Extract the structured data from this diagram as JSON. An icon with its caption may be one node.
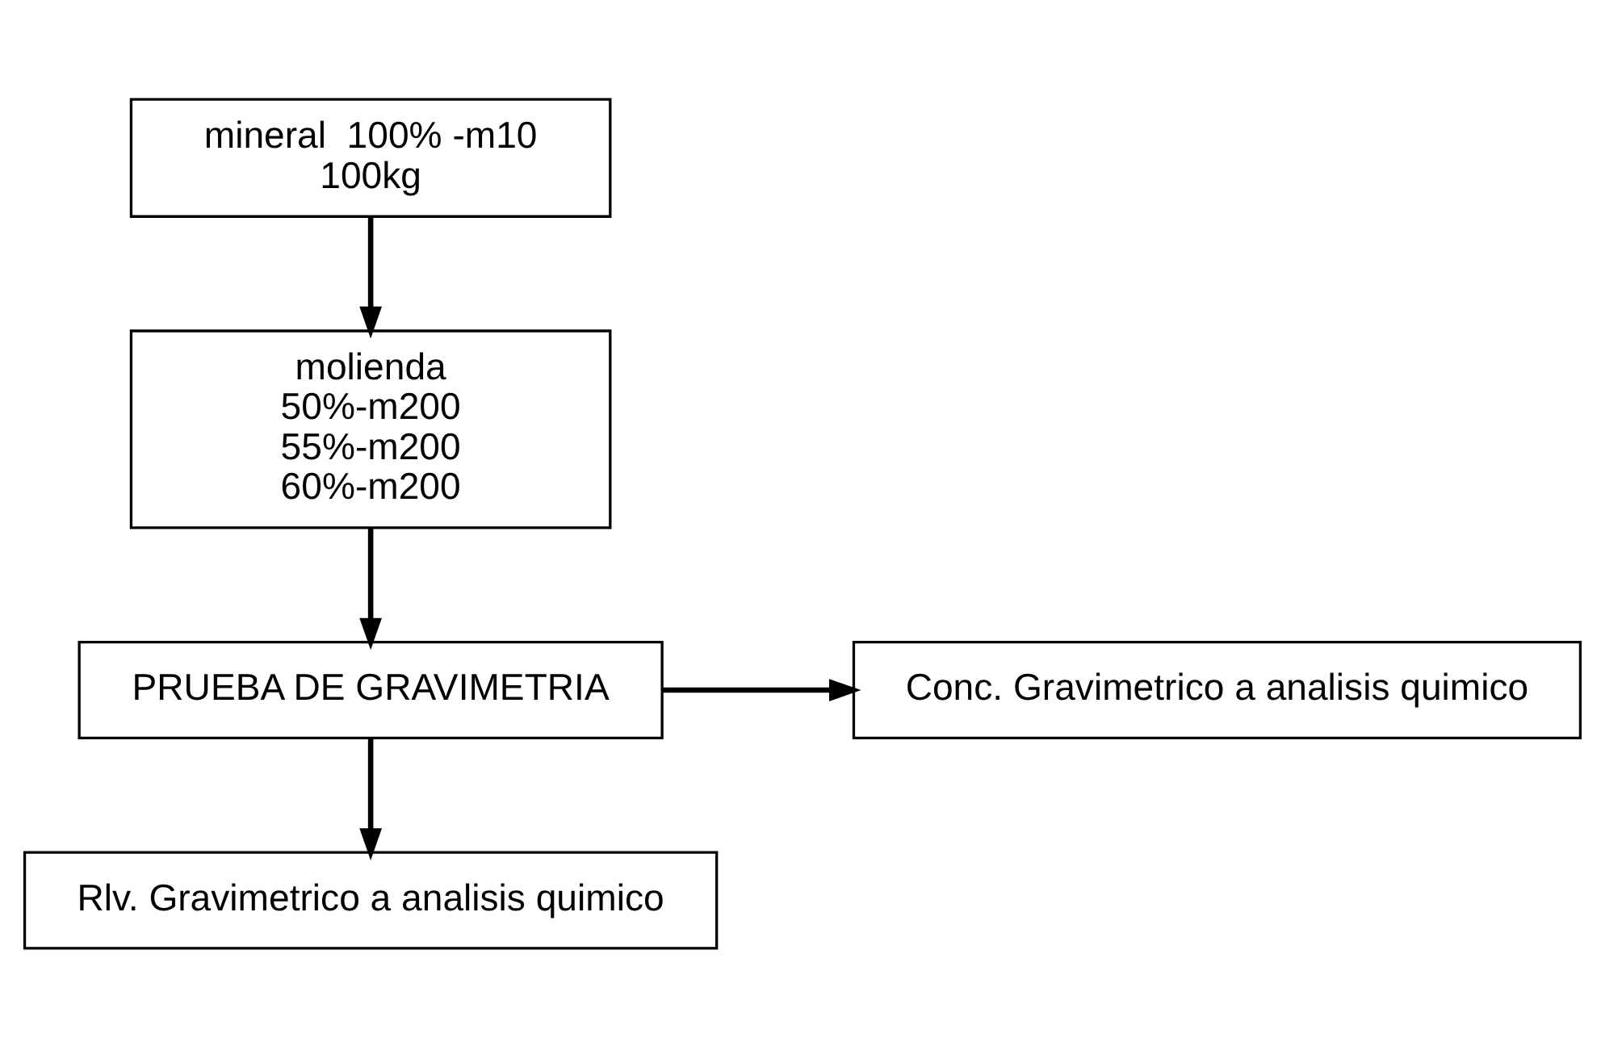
{
  "diagram": {
    "nodes": [
      {
        "text": [
          "mineral  100% -m10",
          "100kg"
        ]
      },
      {
        "text": [
          "molienda",
          "50%-m200",
          "55%-m200",
          "60%-m200"
        ]
      },
      {
        "text": [
          "PRUEBA DE GRAVIMETRIA"
        ]
      },
      {
        "text": [
          "Conc. Gravimetrico a analisis quimico"
        ]
      },
      {
        "text": [
          "Rlv. Gravimetrico a analisis quimico"
        ]
      }
    ],
    "edges": [
      {
        "from": 0,
        "to": 1,
        "arrow": "to"
      },
      {
        "from": 1,
        "to": 2,
        "arrow": "to"
      },
      {
        "from": 2,
        "to": 3,
        "arrow": "to"
      },
      {
        "from": 2,
        "to": 4,
        "arrow": "to"
      }
    ]
  }
}
